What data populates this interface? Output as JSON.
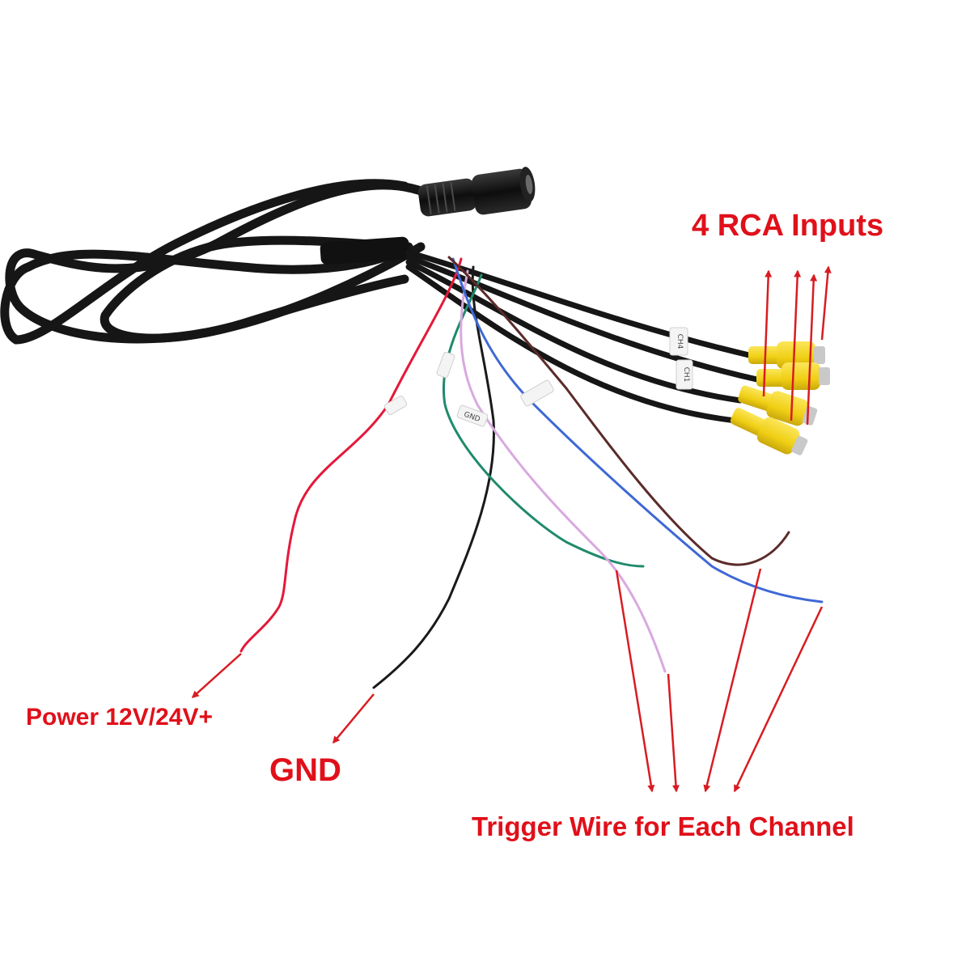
{
  "colors": {
    "callout_text": "#e0101a",
    "arrow": "#d81c22",
    "cable_black": "#161616",
    "wire_red": "#e4193a",
    "wire_black": "#1a1a1a",
    "wire_green": "#1f8a6c",
    "wire_pink": "#d9a9e0",
    "wire_blue": "#3f68d6",
    "wire_brown": "#5b2c2a",
    "rca_yellow": "#f2d21b",
    "rca_metal": "#c9c9c9",
    "cable_tag": "#f4f4f4"
  },
  "callouts": {
    "rca_inputs": "4 RCA Inputs",
    "power": "Power 12V/24V+",
    "gnd": "GND",
    "trigger": "Trigger Wire for Each Channel"
  },
  "wire_tags": {
    "ch4": "CH4",
    "ch1": "CH1",
    "gnd": "GND"
  },
  "icons": {
    "connector": "din-connector-icon",
    "rca_plug": "rca-plug-icon",
    "arrow": "arrow-icon"
  }
}
